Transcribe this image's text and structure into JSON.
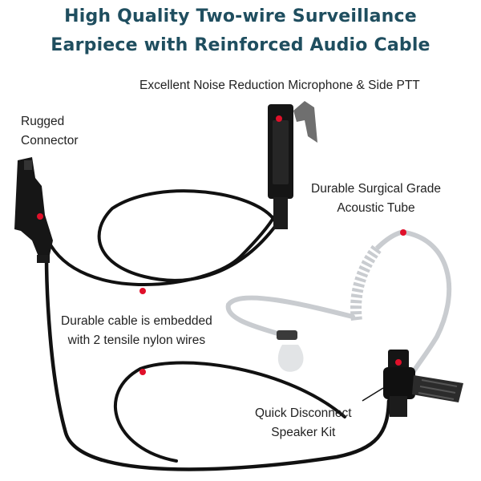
{
  "title": {
    "line1": "High Quality Two-wire Surveillance",
    "line2": "Earpiece with Reinforced Audio Cable"
  },
  "callouts": {
    "connector": {
      "line1": "Rugged",
      "line2": "Connector"
    },
    "microphone": {
      "line1": "Excellent Noise Reduction Microphone & Side PTT"
    },
    "tube": {
      "line1": "Durable Surgical Grade",
      "line2": "Acoustic Tube"
    },
    "cable": {
      "line1": "Durable cable is embedded",
      "line2": "with 2 tensile nylon wires"
    },
    "speaker": {
      "line1": "Quick Disconnect",
      "line2": "Speaker Kit"
    }
  },
  "colors": {
    "title": "#1f4e5f",
    "text": "#222222",
    "cable": "#111111",
    "tube": "#c9ccd0",
    "marker": "#e0102a"
  }
}
